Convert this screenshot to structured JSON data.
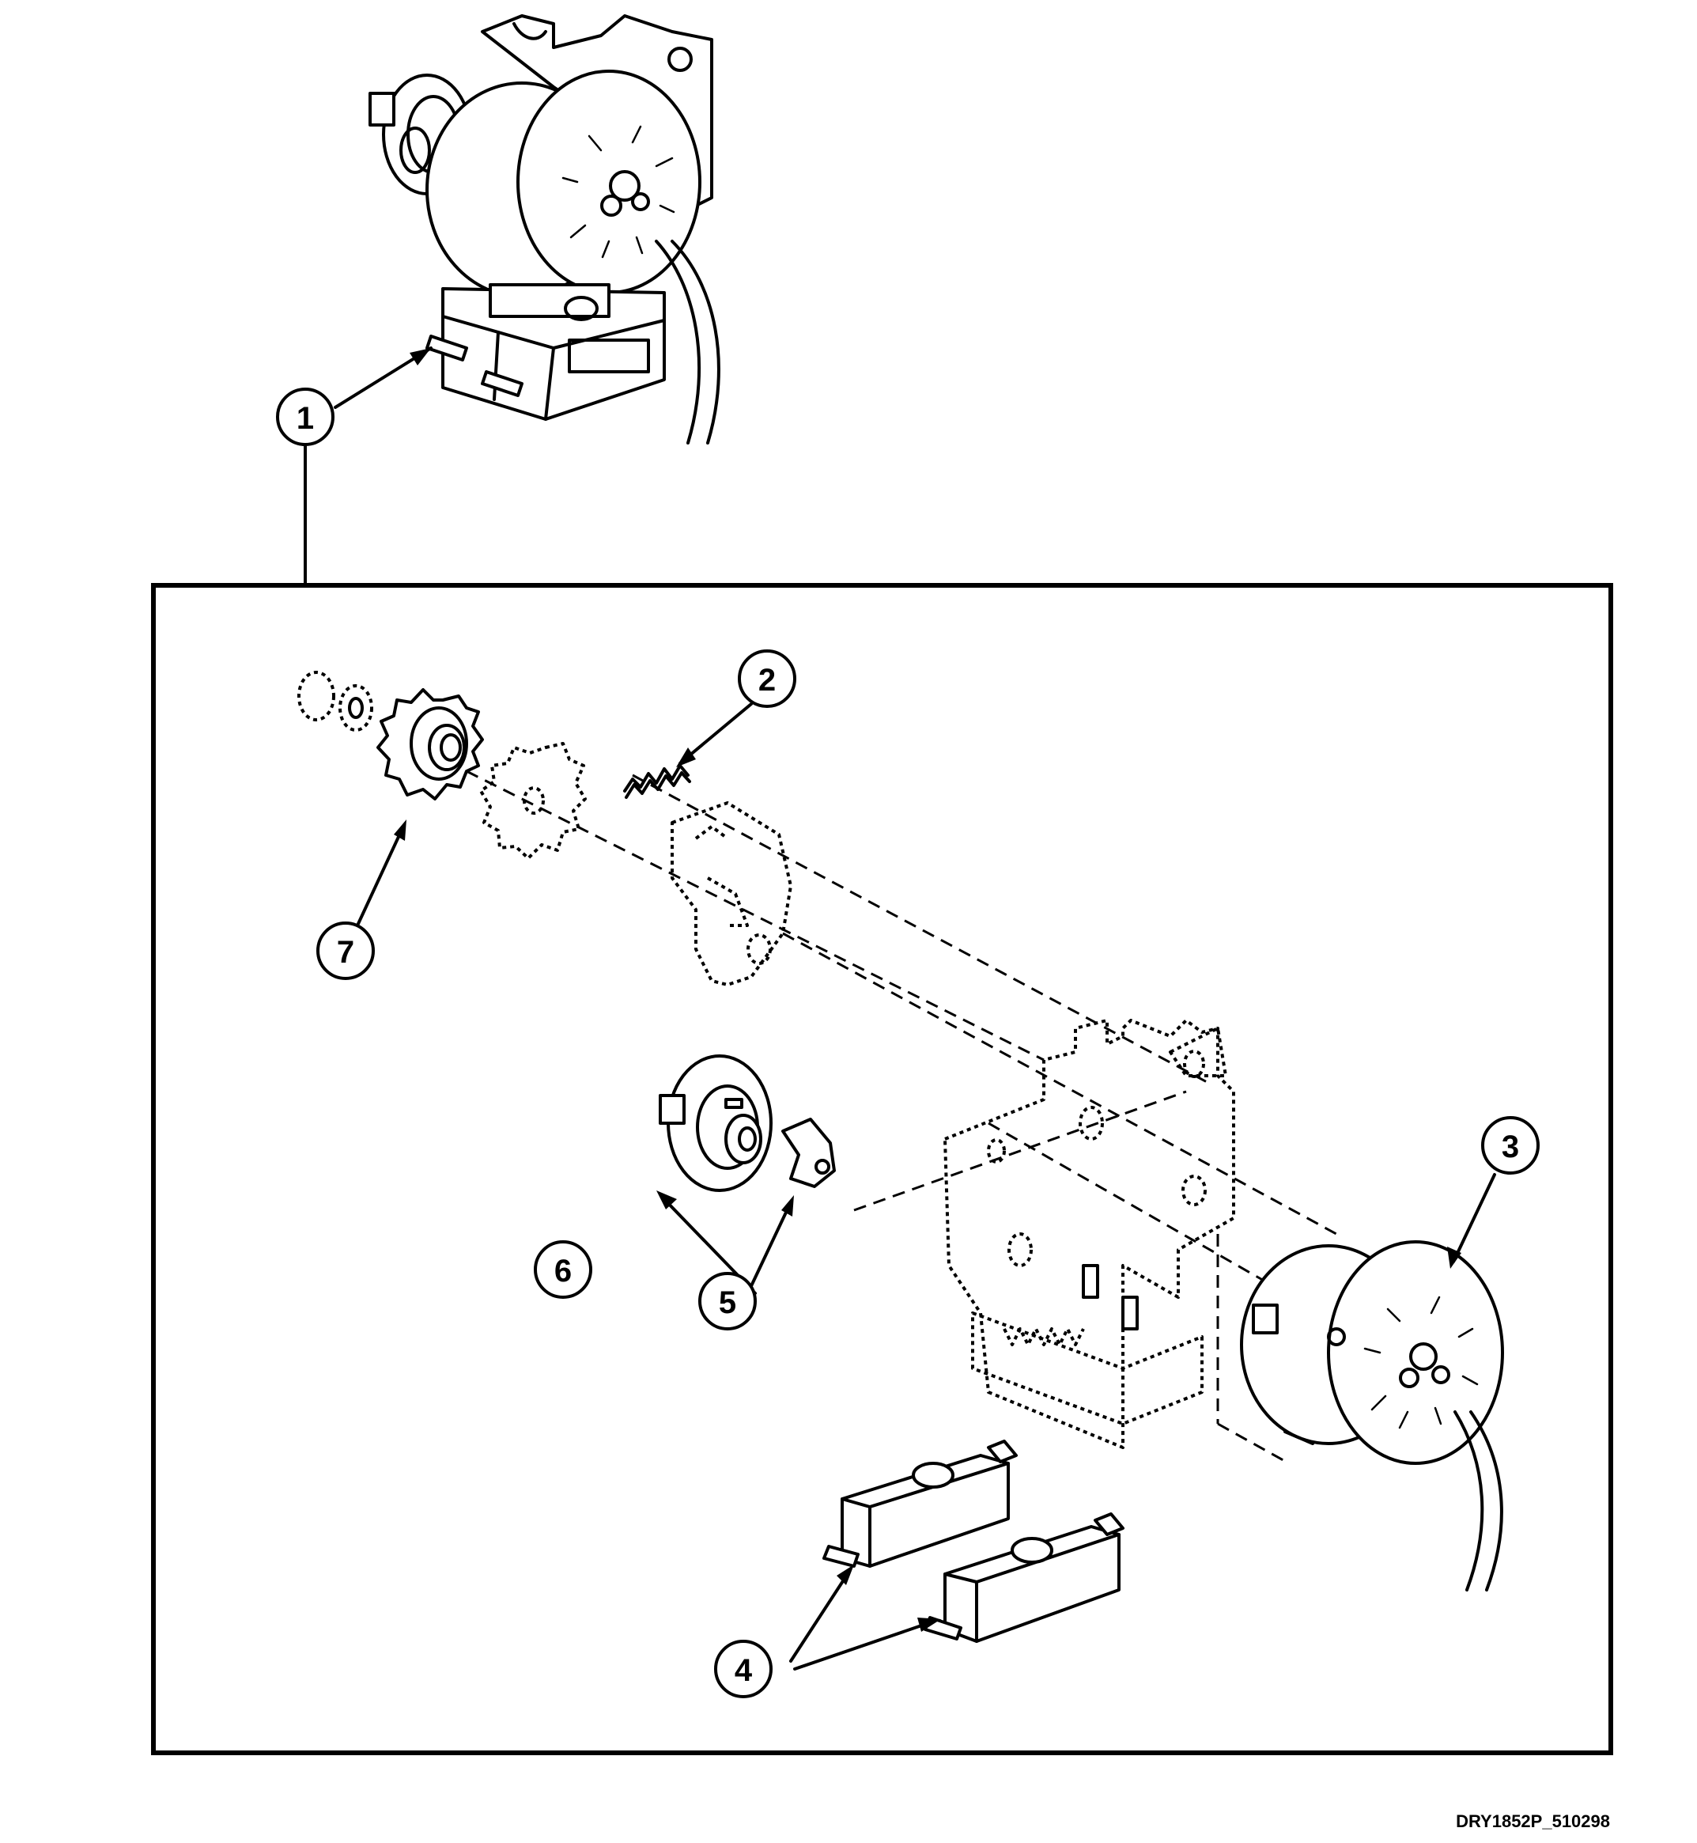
{
  "diagram": {
    "callouts": [
      {
        "id": "1",
        "label": "1"
      },
      {
        "id": "2",
        "label": "2"
      },
      {
        "id": "3",
        "label": "3"
      },
      {
        "id": "4",
        "label": "4"
      },
      {
        "id": "5",
        "label": "5"
      },
      {
        "id": "6",
        "label": "6"
      },
      {
        "id": "7",
        "label": "7"
      }
    ],
    "drawing_code": "DRY1852P_510298"
  }
}
